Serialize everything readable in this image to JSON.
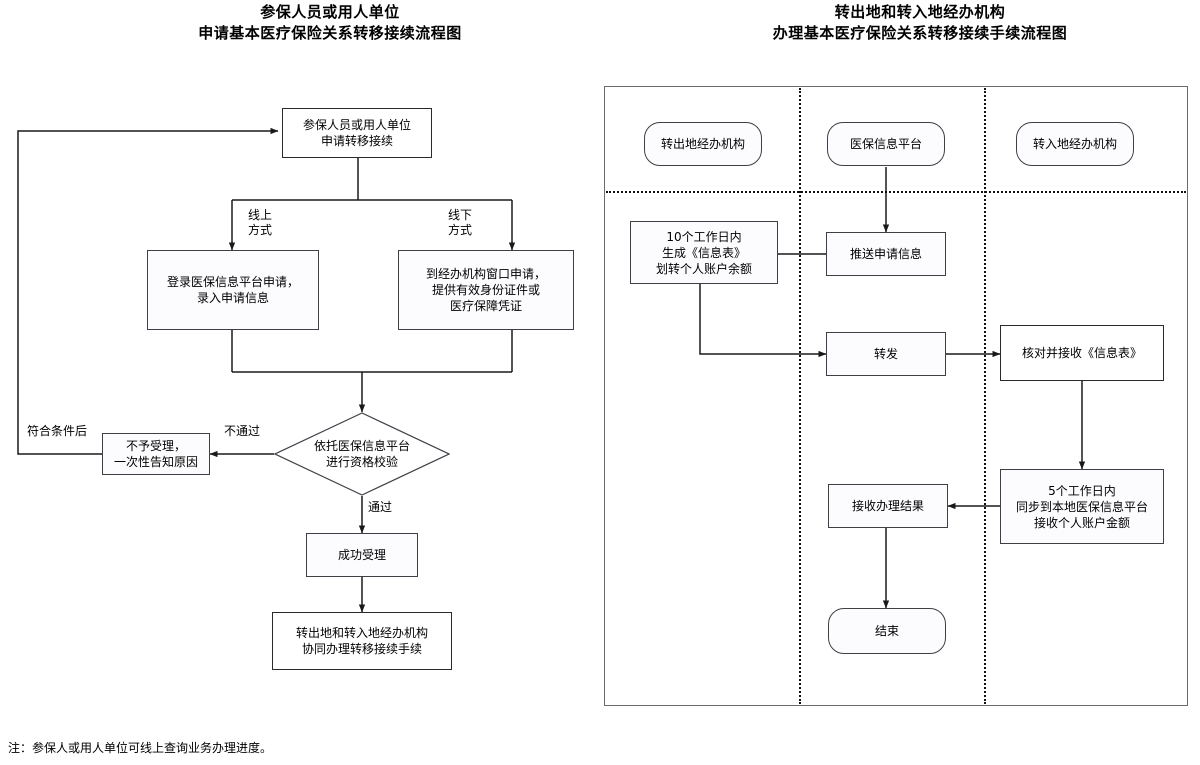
{
  "titles": {
    "left": "参保人员或用人单位\n申请基本医疗保险关系转移接续流程图",
    "right": "转出地和转入地经办机构\n办理基本医疗保险关系转移接续手续流程图"
  },
  "left_flow": {
    "nodes": {
      "apply": "参保人员或用人单位\n申请转移接续",
      "online": "登录医保信息平台申请，\n录入申请信息",
      "offline": "到经办机构窗口申请，\n提供有效身份证件或\n医疗保障凭证",
      "verify": "依托医保信息平台\n进行资格校验",
      "reject": "不予受理，\n一次性告知原因",
      "accepted": "成功受理",
      "handle": "转出地和转入地经办机构\n协同办理转移接续手续"
    },
    "edge_labels": {
      "online_way": "线上\n方式",
      "offline_way": "线下\n方式",
      "fail": "不通过",
      "pass": "通过",
      "requalify": "符合条件后"
    }
  },
  "right_flow": {
    "lanes": [
      "转出地经办机构",
      "医保信息平台",
      "转入地经办机构"
    ],
    "nodes": {
      "push": "推送申请信息",
      "generate": "10个工作日内\n生成《信息表》\n划转个人账户余额",
      "forward": "转发",
      "receive_table": "核对并接收《信息表》",
      "sync": "5个工作日内\n同步到本地医保信息平台\n接收个人账户金额",
      "result": "接收办理结果",
      "end": "结束"
    }
  },
  "footnote": "注：参保人或用人单位可线上查询业务办理进度。",
  "colors": {
    "stroke": "#3f3f46",
    "line": "#1a1a1a",
    "fill": "#fcfcfe",
    "lane_divider": "#111111"
  },
  "chart_data": {
    "type": "diagram",
    "diagram_kind": "flowchart",
    "panels": [
      {
        "name": "left-applicant-flow",
        "title": "参保人员或用人单位申请基本医疗保险关系转移接续流程图",
        "steps": [
          {
            "id": "apply",
            "shape": "rect",
            "text": "参保人员或用人单位申请转移接续"
          },
          {
            "id": "online",
            "shape": "rect",
            "text": "登录医保信息平台申请，录入申请信息"
          },
          {
            "id": "offline",
            "shape": "rect",
            "text": "到经办机构窗口申请，提供有效身份证件或医疗保障凭证"
          },
          {
            "id": "verify",
            "shape": "diamond",
            "text": "依托医保信息平台进行资格校验"
          },
          {
            "id": "reject",
            "shape": "rect",
            "text": "不予受理，一次性告知原因"
          },
          {
            "id": "accepted",
            "shape": "rect",
            "text": "成功受理"
          },
          {
            "id": "handle",
            "shape": "rect",
            "text": "转出地和转入地经办机构协同办理转移接续手续"
          }
        ],
        "edges": [
          {
            "from": "apply",
            "to": "online",
            "label": "线上方式"
          },
          {
            "from": "apply",
            "to": "offline",
            "label": "线下方式"
          },
          {
            "from": "online",
            "to": "verify",
            "label": ""
          },
          {
            "from": "offline",
            "to": "verify",
            "label": ""
          },
          {
            "from": "verify",
            "to": "reject",
            "label": "不通过"
          },
          {
            "from": "verify",
            "to": "accepted",
            "label": "通过"
          },
          {
            "from": "reject",
            "to": "apply",
            "label": "符合条件后"
          },
          {
            "from": "accepted",
            "to": "handle",
            "label": ""
          }
        ]
      },
      {
        "name": "right-agency-flow",
        "title": "转出地和转入地经办机构办理基本医疗保险关系转移接续手续流程图",
        "lanes": [
          "转出地经办机构",
          "医保信息平台",
          "转入地经办机构"
        ],
        "steps": [
          {
            "id": "push",
            "lane": "医保信息平台",
            "shape": "rect",
            "text": "推送申请信息"
          },
          {
            "id": "generate",
            "lane": "转出地经办机构",
            "shape": "rect",
            "text": "10个工作日内生成《信息表》划转个人账户余额"
          },
          {
            "id": "forward",
            "lane": "医保信息平台",
            "shape": "rect",
            "text": "转发"
          },
          {
            "id": "receive_table",
            "lane": "转入地经办机构",
            "shape": "rect",
            "text": "核对并接收《信息表》"
          },
          {
            "id": "sync",
            "lane": "转入地经办机构",
            "shape": "rect",
            "text": "5个工作日内同步到本地医保信息平台接收个人账户金额"
          },
          {
            "id": "result",
            "lane": "医保信息平台",
            "shape": "rect",
            "text": "接收办理结果"
          },
          {
            "id": "end",
            "lane": "医保信息平台",
            "shape": "rounded",
            "text": "结束"
          }
        ],
        "edges": [
          {
            "from": "push",
            "to": "generate",
            "label": ""
          },
          {
            "from": "generate",
            "to": "forward",
            "label": ""
          },
          {
            "from": "forward",
            "to": "receive_table",
            "label": ""
          },
          {
            "from": "receive_table",
            "to": "sync",
            "label": ""
          },
          {
            "from": "sync",
            "to": "result",
            "label": ""
          },
          {
            "from": "result",
            "to": "end",
            "label": ""
          }
        ]
      }
    ]
  }
}
